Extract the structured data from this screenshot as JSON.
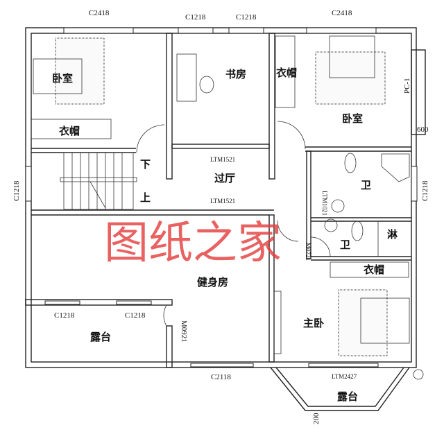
{
  "rooms": {
    "bedroom_left": "卧室",
    "wardrobe_left": "衣帽",
    "study": "书房",
    "wardrobe_right": "衣帽",
    "bedroom_right": "卧室",
    "hall": "过厅",
    "stair_down": "下",
    "stair_up": "上",
    "bath_upper": "卫",
    "bath_lower": "卫",
    "shower": "淋",
    "gym": "健身房",
    "wardrobe_master": "衣帽",
    "master_bedroom": "主卧",
    "terrace_left": "露台",
    "terrace_bay": "露台"
  },
  "codes": {
    "top_window_left": "C2418",
    "top_window_mid1": "C1218",
    "top_window_mid2": "C1218",
    "top_window_right": "C2418",
    "left_window": "C1218",
    "right_window": "C1218",
    "bay_window": "PC-1",
    "dim_600": "600",
    "door_hall_top": "LTM1521",
    "door_hall_bottom": "LTM1521",
    "door_bath_upper": "LTM1021",
    "door_bath_lower": "M0721",
    "terrace_window1": "C1218",
    "terrace_window2": "C1218",
    "gym_door": "M0921",
    "bottom_window": "C2118",
    "master_door": "LTM2427",
    "dim_200": "200"
  },
  "watermark": "图纸之家"
}
